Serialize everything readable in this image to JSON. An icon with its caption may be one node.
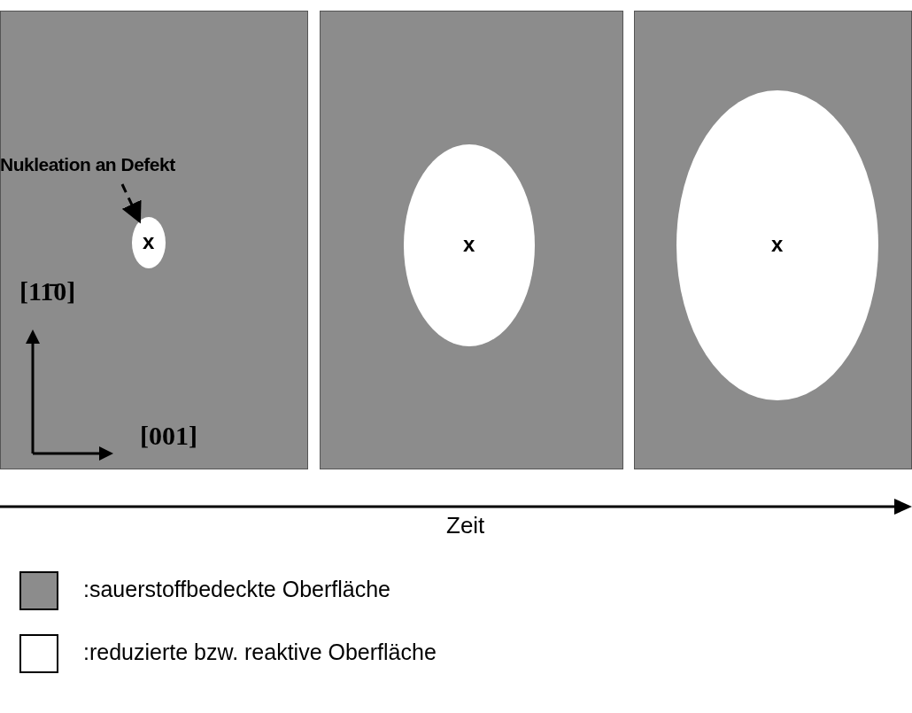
{
  "diagram": {
    "nodes": [
      {
        "text": [],
        "shape": "box"
      },
      {
        "text": [
          "Nukleation an Defekt"
        ],
        "in": 0
      },
      {
        "text": [
          "x"
        ],
        "in": 0
      },
      {
        "text": [],
        "shape": "box"
      },
      {
        "text": [
          "x"
        ],
        "in": 3
      },
      {
        "text": [],
        "shape": "box"
      },
      {
        "text": [
          "x"
        ],
        "in": 5
      }
    ],
    "edges": [
      {
        "from": 1,
        "to": 2,
        "arrow": "to",
        "style": "dashed"
      }
    ],
    "labels": [
      "[11̄0]",
      "[001]",
      "Zeit"
    ],
    "legend": [
      {
        "text": ":sauerstoffbedeckte Oberfläche",
        "color": "#8c8c8c"
      },
      {
        "text": ":reduzierte bzw. reaktive Oberfläche",
        "color": "#ffffff"
      }
    ]
  }
}
